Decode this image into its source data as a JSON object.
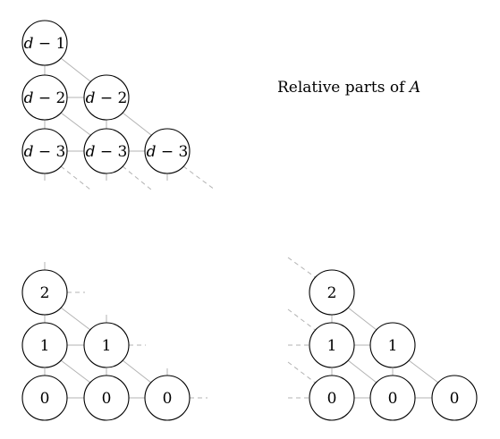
{
  "caption": {
    "text": "Relative parts of ",
    "symbol": "A"
  },
  "diagram_top": {
    "row_top": [
      "d − 1"
    ],
    "row_middle": [
      "d − 2",
      "d − 2"
    ],
    "row_bottom": [
      "d − 3",
      "d − 3",
      "d − 3"
    ]
  },
  "diagram_bottom_left": {
    "row_top": [
      "2"
    ],
    "row_middle": [
      "1",
      "1"
    ],
    "row_bottom": [
      "0",
      "0",
      "0"
    ]
  },
  "diagram_bottom_right": {
    "row_top": [
      "2"
    ],
    "row_middle": [
      "1",
      "1"
    ],
    "row_bottom": [
      "0",
      "0",
      "0"
    ]
  }
}
